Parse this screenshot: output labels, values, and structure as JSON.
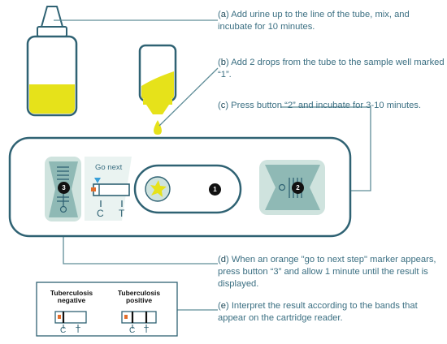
{
  "steps": {
    "a": {
      "letter": "a",
      "text": "Add urine up to the line of the tube, mix, and incubate for 10 minutes."
    },
    "b": {
      "letter": "b",
      "text": "Add 2 drops from the tube to the sample well marked “1”."
    },
    "c": {
      "letter": "c",
      "text": "Press button “2” and incubate for 3-10 minutes."
    },
    "d": {
      "letter": "d",
      "text": "When an orange \"go to next step\" marker appears, press button “3” and allow 1 minute until the result is displayed."
    },
    "e": {
      "letter": "e",
      "text": "Interpret the result according to the bands that appear on the cartridge reader."
    }
  },
  "cartridge": {
    "go_next_label": "Go next",
    "button_1": "1",
    "button_2": "2",
    "button_3": "3",
    "control_label": "C",
    "test_label": "T"
  },
  "results": {
    "negative": {
      "title_line1": "Tuberculosis",
      "title_line2": "negative",
      "control_label": "C",
      "test_label": "T"
    },
    "positive": {
      "title_line1": "Tuberculosis",
      "title_line2": "positive",
      "control_label": "C",
      "test_label": "T"
    }
  },
  "colors": {
    "outline": "#2f6273",
    "urine": "#e6e21a",
    "panel": "#cfe3de",
    "teal": "#8fb9b5",
    "orange_marker": "#e36d2b",
    "text": "#3b6f82",
    "leader": "#5f8d98"
  }
}
